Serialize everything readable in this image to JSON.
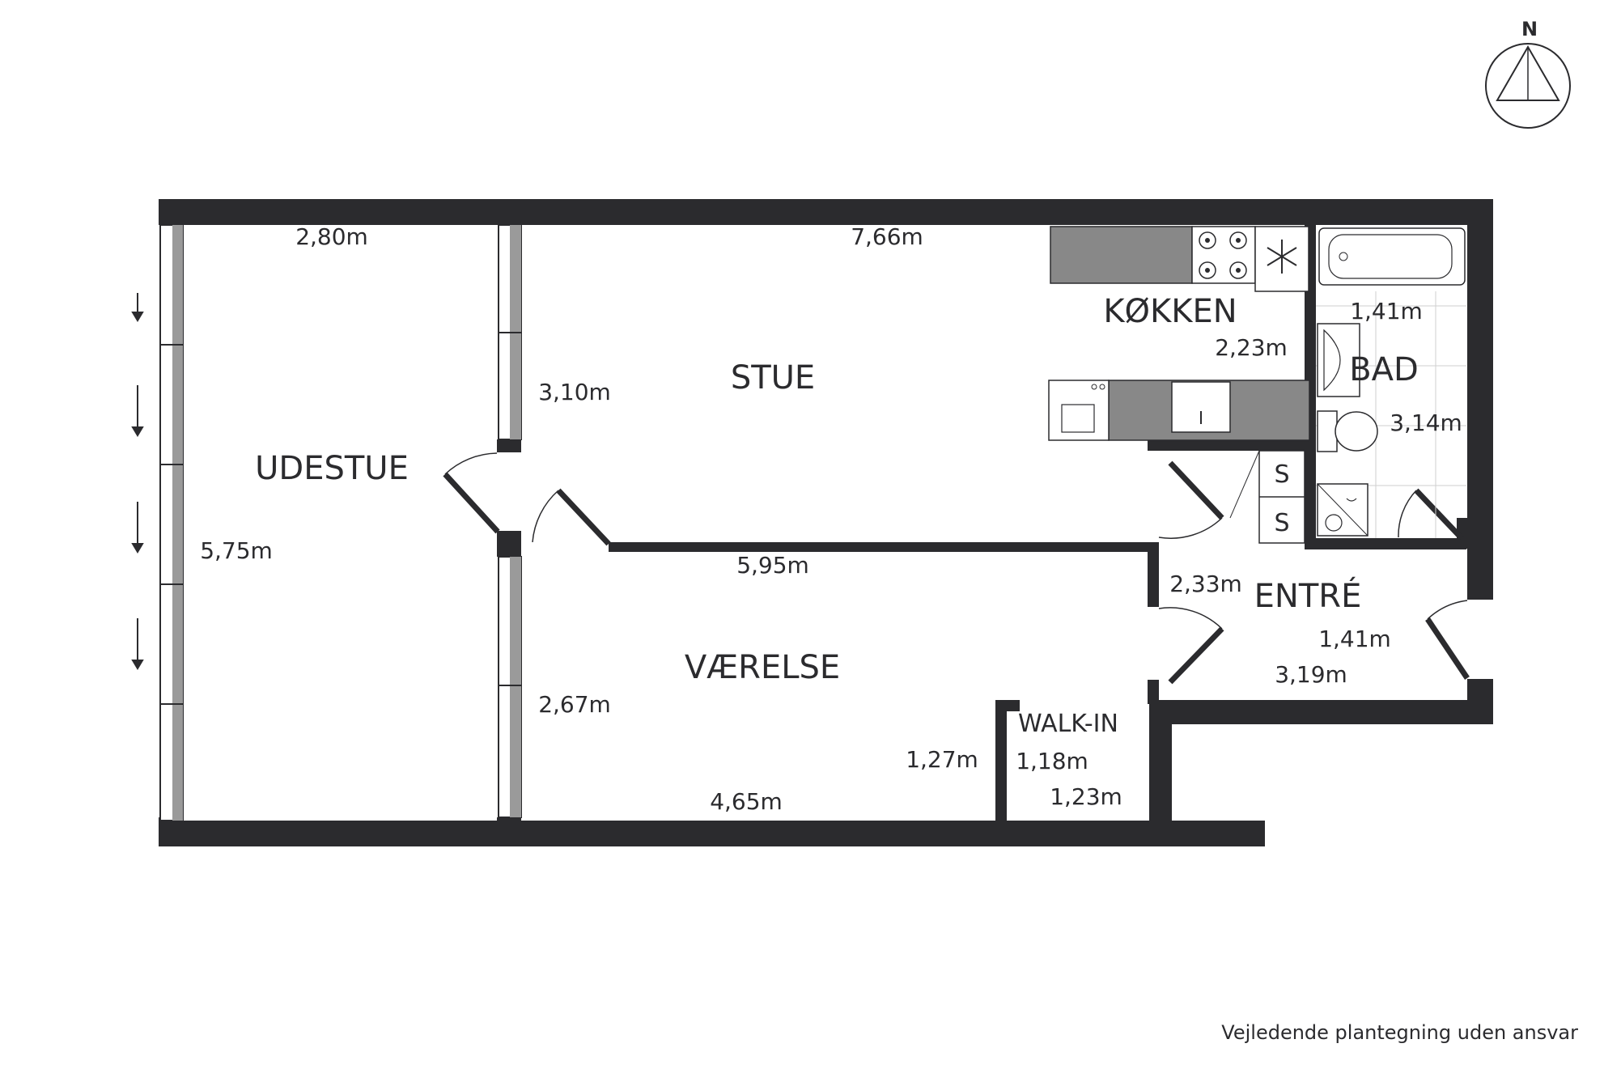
{
  "compass": {
    "north_label": "N",
    "icon": "north-arrow-icon"
  },
  "rooms": {
    "udestue": {
      "label": "UDESTUE",
      "width": "2,80m",
      "length": "5,75m"
    },
    "stue": {
      "label": "STUE",
      "width": "7,66m",
      "depth": "3,10m",
      "wall": "5,95m"
    },
    "koekken": {
      "label": "KØKKEN",
      "dim": "2,23m"
    },
    "bad": {
      "label": "BAD",
      "width": "1,41m",
      "length": "3,14m"
    },
    "vaerelse": {
      "label": "VÆRELSE",
      "depth": "2,67m",
      "width": "4,65m",
      "wall": "1,27m"
    },
    "entre": {
      "label": "ENTRÉ",
      "dim_a": "2,33m",
      "dim_b": "1,41m",
      "dim_c": "3,19m"
    },
    "walkin": {
      "label": "WALK-IN",
      "dim_a": "1,18m",
      "dim_b": "1,23m"
    }
  },
  "closet_marks": [
    "S",
    "S"
  ],
  "fixtures": [
    "stove-icon",
    "freezer-icon",
    "sink-icon",
    "dishwasher-icon",
    "bathtub-icon",
    "washbasin-icon",
    "toilet-icon",
    "shower-icon",
    "drain-icon",
    "washing-machine-icon"
  ],
  "colors": {
    "wall": "#2b2b2e",
    "counter": "#888888",
    "glass": "#9a9a9a",
    "tile_grid": "#cfcfcf"
  },
  "footer": {
    "disclaimer": "Vejledende plantegning uden ansvar"
  }
}
